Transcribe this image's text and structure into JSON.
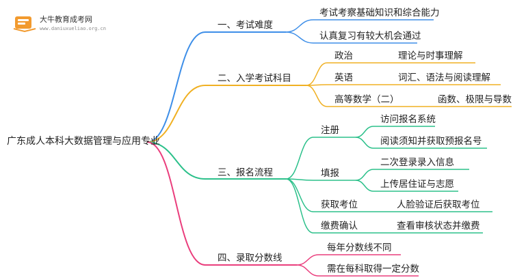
{
  "logo": {
    "name": "大牛教育成考网",
    "url": "www.daniuxueli​ao.org.cn"
  },
  "colors": {
    "branch1": "#3d8ee8",
    "branch2": "#f0b022",
    "branch3": "#2bc08a",
    "branch4": "#ea3d7c",
    "logo": "#f29a2e"
  },
  "root": "广东成人本科大数据管理与应用专业",
  "branches": [
    {
      "label": "一、考试难度",
      "items": [
        "考试考察基础知识和综合能力",
        "认真复习有较大机会通过"
      ]
    },
    {
      "label": "二、入学考试科目",
      "subjects": [
        {
          "name": "政治",
          "desc": "理论与时事理解"
        },
        {
          "name": "英语",
          "desc": "词汇、语法与阅读理解"
        },
        {
          "name": "高等数学（二）",
          "desc": "函数、极限与导数"
        }
      ]
    },
    {
      "label": "三、报名流程",
      "steps": [
        {
          "name": "注册",
          "details": [
            "访问报名系统",
            "阅读须知并获取预报名号"
          ]
        },
        {
          "name": "填报",
          "details": [
            "二次登录录入信息",
            "上传居住证与志愿"
          ]
        },
        {
          "name": "获取考位",
          "details": [
            "人脸验证后获取考位"
          ]
        },
        {
          "name": "缴费确认",
          "details": [
            "查看审核状态并缴费"
          ]
        }
      ]
    },
    {
      "label": "四、录取分数线",
      "items": [
        "每年分数线不同",
        "需在每科取得一定分数"
      ]
    }
  ]
}
